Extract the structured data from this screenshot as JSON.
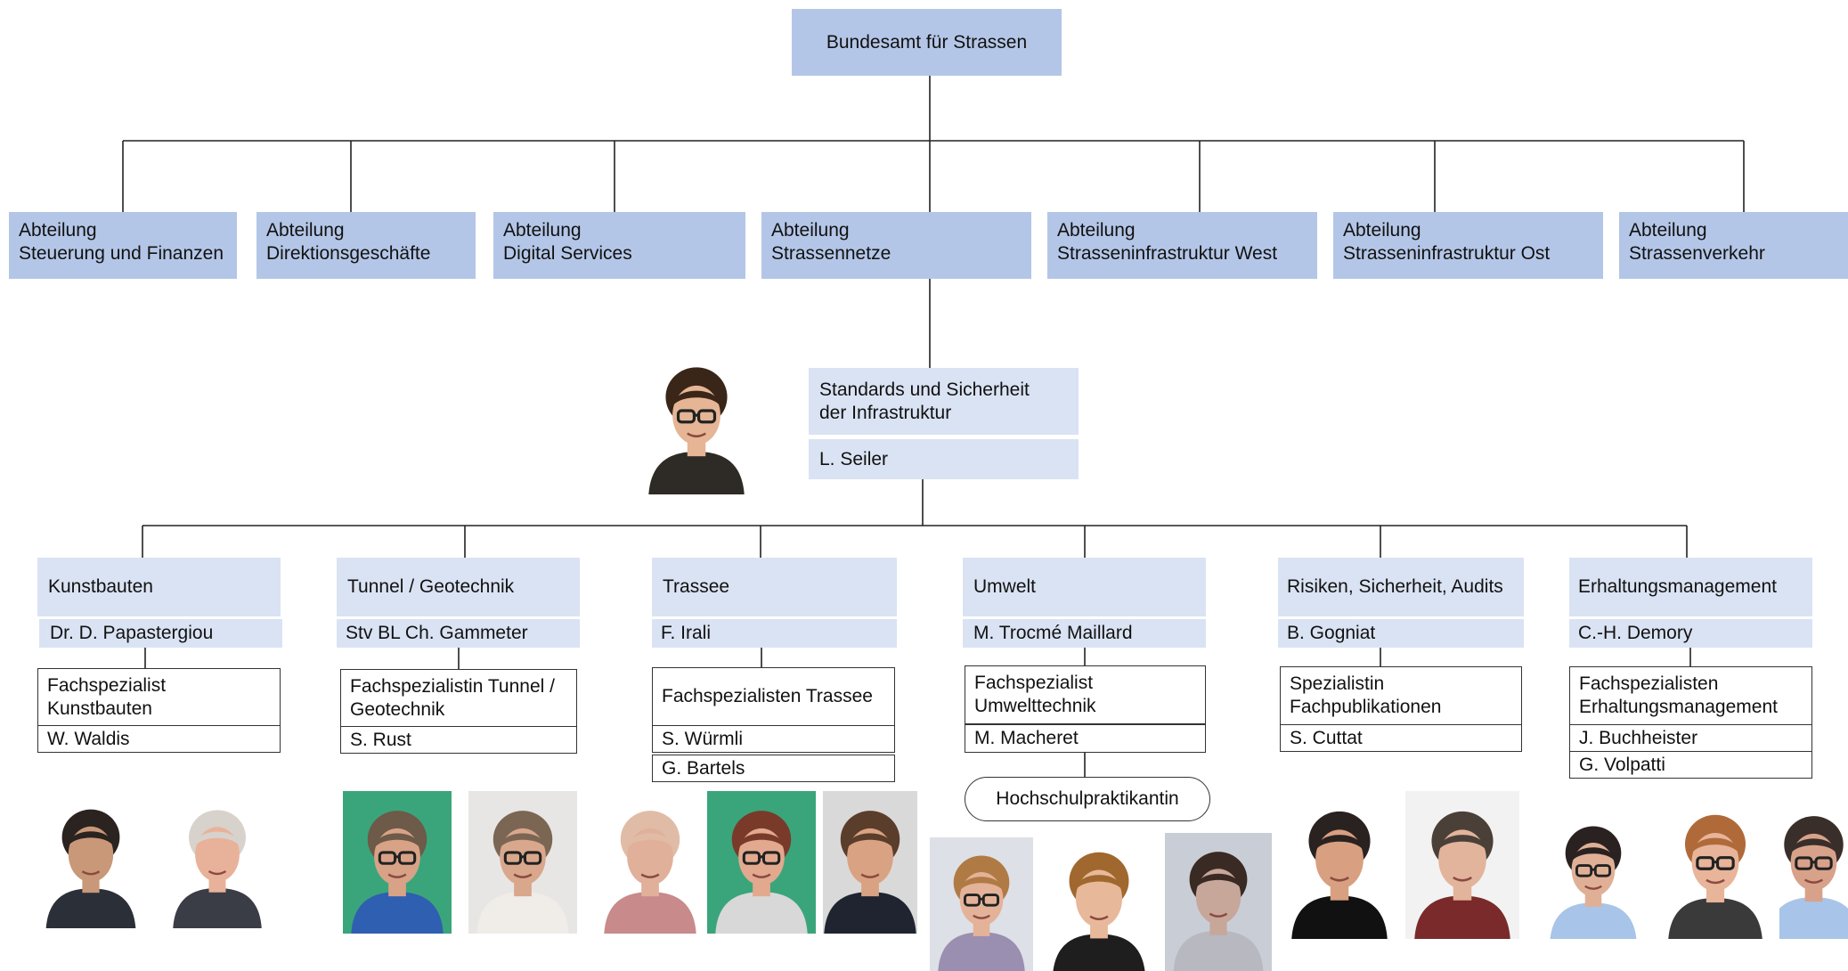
{
  "root": {
    "title": "Bundesamt für Strassen"
  },
  "departments": [
    {
      "line1": "Abteilung",
      "line2": "Steuerung und Finanzen"
    },
    {
      "line1": "Abteilung",
      "line2": "Direktionsgeschäfte"
    },
    {
      "line1": "Abteilung",
      "line2": "Digital Services"
    },
    {
      "line1": "Abteilung",
      "line2": "Strassennetze"
    },
    {
      "line1": "Abteilung",
      "line2": "Strasseninfrastruktur West"
    },
    {
      "line1": "Abteilung",
      "line2": "Strasseninfrastruktur Ost"
    },
    {
      "line1": "Abteilung",
      "line2": "Strassenverkehr"
    }
  ],
  "division": {
    "title_line1": "Standards und Sicherheit",
    "title_line2": "der Infrastruktur",
    "head": "L. Seiler"
  },
  "sections": [
    {
      "name": "Kunstbauten",
      "head": "Dr. D. Papastergiou",
      "team_line1": "Fachspezialist",
      "team_line2": "Kunstbauten",
      "members": [
        "W. Waldis"
      ]
    },
    {
      "name": "Tunnel / Geotechnik",
      "head": "Stv BL Ch. Gammeter",
      "team_line1": "Fachspezialistin Tunnel /",
      "team_line2": "Geotechnik",
      "members": [
        "S. Rust"
      ]
    },
    {
      "name": "Trassee",
      "head": "F. Irali",
      "team_line1": "Fachspezialisten Trassee",
      "team_line2": "",
      "members": [
        "S. Würmli",
        "G. Bartels"
      ]
    },
    {
      "name": "Umwelt",
      "head": "M. Trocmé Maillard",
      "team_line1": "Fachspezialist",
      "team_line2": "Umwelttechnik",
      "members": [
        "M. Macheret"
      ],
      "extra": "Hochschulpraktikantin"
    },
    {
      "name": "Risiken, Sicherheit, Audits",
      "head": "B. Gogniat",
      "team_line1": "Spezialistin",
      "team_line2": "Fachpublikationen",
      "members": [
        "S. Cuttat"
      ]
    },
    {
      "name": "Erhaltungsmanagement",
      "head": "C.-H. Demory",
      "team_line1": "Fachspezialisten",
      "team_line2": "Erhaltungsmanagement",
      "members": [
        "J. Buchheister",
        "G. Volpatti"
      ]
    }
  ],
  "colors": {
    "dark_box": "#b4c6e7",
    "light_box": "#dae3f3",
    "connector": "#222222"
  },
  "photos": [
    {
      "id": "seiler",
      "bg": "#ffffff",
      "hair": "#3a2618",
      "skin": "#e6b595",
      "shirt": "#2e2a26",
      "glasses": true
    },
    {
      "id": "papastergiou",
      "bg": "#ffffff",
      "hair": "#2a2320",
      "skin": "#c99878",
      "shirt": "#2b2f38",
      "glasses": false
    },
    {
      "id": "waldis",
      "bg": "#ffffff",
      "hair": "#d8d2cc",
      "skin": "#e8b29a",
      "shirt": "#3a3d45",
      "glasses": false
    },
    {
      "id": "gammeter",
      "bg": "#3aa57a",
      "hair": "#6d5a48",
      "skin": "#d8a287",
      "shirt": "#2f5fb0",
      "glasses": true
    },
    {
      "id": "rust",
      "bg": "#e8e6e4",
      "hair": "#7b6654",
      "skin": "#d9a78c",
      "shirt": "#f0ece8",
      "glasses": true
    },
    {
      "id": "irali",
      "bg": "#ffffff",
      "hair": "#e0bca6",
      "skin": "#e0b09a",
      "shirt": "#c88a8a",
      "glasses": false
    },
    {
      "id": "wuermli",
      "bg": "#3aa57a",
      "hair": "#7a3a2a",
      "skin": "#e2a98f",
      "shirt": "#d8d8d8",
      "glasses": true
    },
    {
      "id": "bartels",
      "bg": "#d9d9d9",
      "hair": "#5a3d2a",
      "skin": "#d9a282",
      "shirt": "#1f2430",
      "glasses": false
    },
    {
      "id": "trocme",
      "bg": "#dde0e6",
      "hair": "#b07a45",
      "skin": "#e4b298",
      "shirt": "#9a8fb0",
      "glasses": true
    },
    {
      "id": "macheret",
      "bg": "#ffffff",
      "hair": "#a0682e",
      "skin": "#e8b89a",
      "shirt": "#1e1e1e",
      "glasses": false
    },
    {
      "id": "praktikantin",
      "bg": "#c9cdd6",
      "hair": "#3a2a24",
      "skin": "#c7a79a",
      "shirt": "#b8b8c0",
      "glasses": false
    },
    {
      "id": "gogniat",
      "bg": "#ffffff",
      "hair": "#2a2220",
      "skin": "#d8a080",
      "shirt": "#111111",
      "glasses": false
    },
    {
      "id": "cuttat",
      "bg": "#f2f2f2",
      "hair": "#4a4038",
      "skin": "#e2b49c",
      "shirt": "#7a2a2a",
      "glasses": false
    },
    {
      "id": "demory",
      "bg": "#ffffff",
      "hair": "#2a2220",
      "skin": "#e0b096",
      "shirt": "#a8c4e8",
      "glasses": true
    },
    {
      "id": "buchheister",
      "bg": "#ffffff",
      "hair": "#b06a3a",
      "skin": "#e8b49a",
      "shirt": "#3a3a3a",
      "glasses": true
    },
    {
      "id": "volpatti",
      "bg": "#ffffff",
      "hair": "#3a2e2a",
      "skin": "#d8a28a",
      "shirt": "#a8c4e8",
      "glasses": true
    }
  ]
}
